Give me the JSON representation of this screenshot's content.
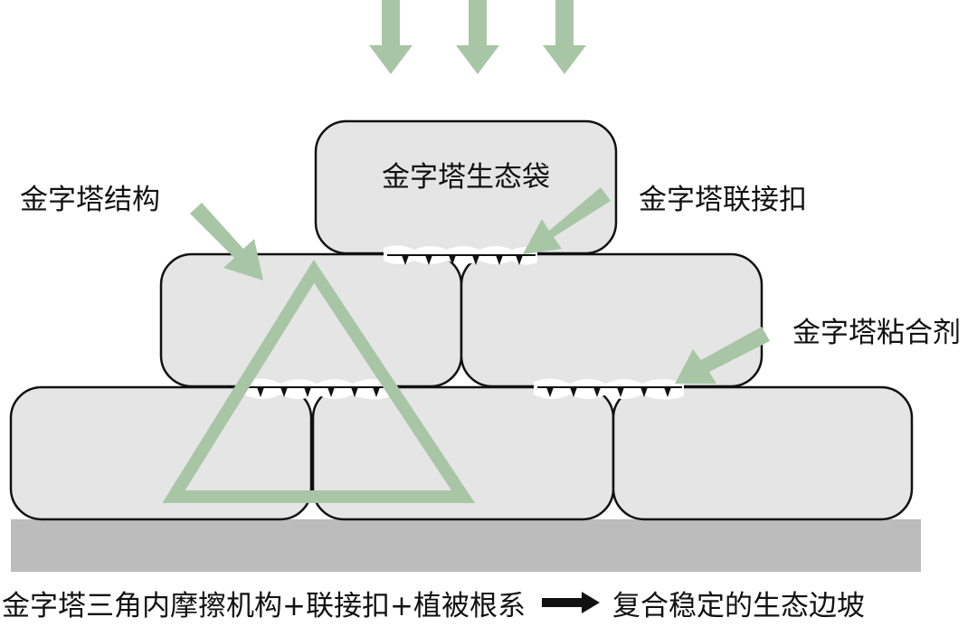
{
  "labels": {
    "bag": "金字塔生态袋",
    "structure": "金字塔结构",
    "connector": "金字塔联接扣",
    "adhesive": "金字塔粘合剂"
  },
  "caption": {
    "left": "金字塔三角内摩擦机构+联接扣+植被根系",
    "right": "复合稳定的生态边坡"
  },
  "colors": {
    "bag_fill": "#e5e5e5",
    "bag_stroke": "#111111",
    "ground": "#bcbcbc",
    "accent_green": "#a8c6a6",
    "text": "#111111"
  }
}
